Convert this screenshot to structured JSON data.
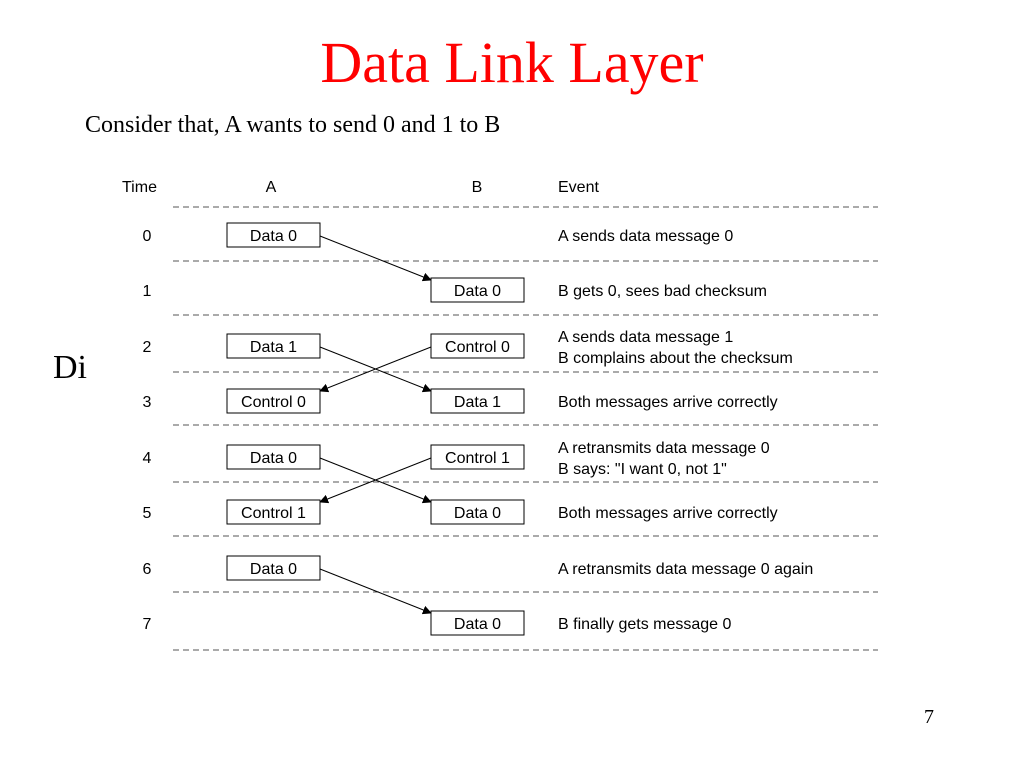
{
  "slide": {
    "title": "Data Link Layer",
    "intro": "Consider that, A wants to send 0 and 1 to B",
    "side_text": "Di",
    "page_number": "7"
  },
  "diagram": {
    "headers": {
      "time": "Time",
      "a": "A",
      "b": "B",
      "event": "Event"
    },
    "rows": [
      {
        "time": "0",
        "a": "Data 0",
        "b": "",
        "event": [
          "A sends data message 0"
        ]
      },
      {
        "time": "1",
        "a": "",
        "b": "Data 0",
        "event": [
          "B gets 0, sees bad checksum"
        ]
      },
      {
        "time": "2",
        "a": "Data 1",
        "b": "Control 0",
        "event": [
          "A sends data message 1",
          "B complains about the checksum"
        ]
      },
      {
        "time": "3",
        "a": "Control 0",
        "b": "Data 1",
        "event": [
          "Both messages arrive correctly"
        ]
      },
      {
        "time": "4",
        "a": "Data 0",
        "b": "Control 1",
        "event": [
          "A retransmits data message 0",
          "B says: \"I want 0, not 1\""
        ]
      },
      {
        "time": "5",
        "a": "Control 1",
        "b": "Data 0",
        "event": [
          "Both messages arrive correctly"
        ]
      },
      {
        "time": "6",
        "a": "Data 0",
        "b": "",
        "event": [
          "A retransmits data message 0 again"
        ]
      },
      {
        "time": "7",
        "a": "",
        "b": "Data 0",
        "event": [
          "B finally gets message 0"
        ]
      }
    ],
    "arrows": [
      {
        "from": "A",
        "from_row": 0,
        "to": "B",
        "to_row": 1
      },
      {
        "from": "A",
        "from_row": 2,
        "to": "B",
        "to_row": 3
      },
      {
        "from": "B",
        "from_row": 2,
        "to": "A",
        "to_row": 3
      },
      {
        "from": "A",
        "from_row": 4,
        "to": "B",
        "to_row": 5
      },
      {
        "from": "B",
        "from_row": 4,
        "to": "A",
        "to_row": 5
      },
      {
        "from": "A",
        "from_row": 6,
        "to": "B",
        "to_row": 7
      }
    ]
  }
}
